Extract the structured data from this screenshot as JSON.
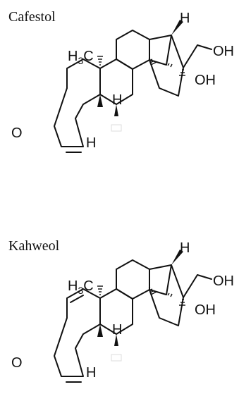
{
  "molecules": [
    {
      "name": "Cafestol",
      "labels": {
        "h_top": "H",
        "ch3_h": "H",
        "ch3_sub": "3",
        "ch3_c": "C",
        "oh_right": "OH",
        "oh_lower": "OH",
        "h_mid": "H",
        "h_bottom": "H",
        "oxygen": "O"
      }
    },
    {
      "name": "Kahweol",
      "labels": {
        "h_top": "H",
        "ch3_h": "H",
        "ch3_sub": "3",
        "ch3_c": "C",
        "oh_right": "OH",
        "oh_lower": "OH",
        "h_mid": "H",
        "h_bottom": "H",
        "oxygen": "O"
      }
    }
  ]
}
